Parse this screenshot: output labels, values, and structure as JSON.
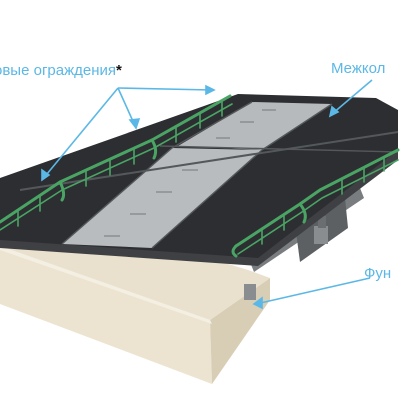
{
  "labels": {
    "rails": "овые ограждения",
    "rails_mark": "*",
    "midblock": "Межкол",
    "foundation": "Фун"
  },
  "colors": {
    "accent": "#5bb8e6",
    "rail_green": "#4aa565",
    "deck_dark": "#2c2e31",
    "deck_insert": "#b8bbbe",
    "foundation": "#ece4d1"
  }
}
